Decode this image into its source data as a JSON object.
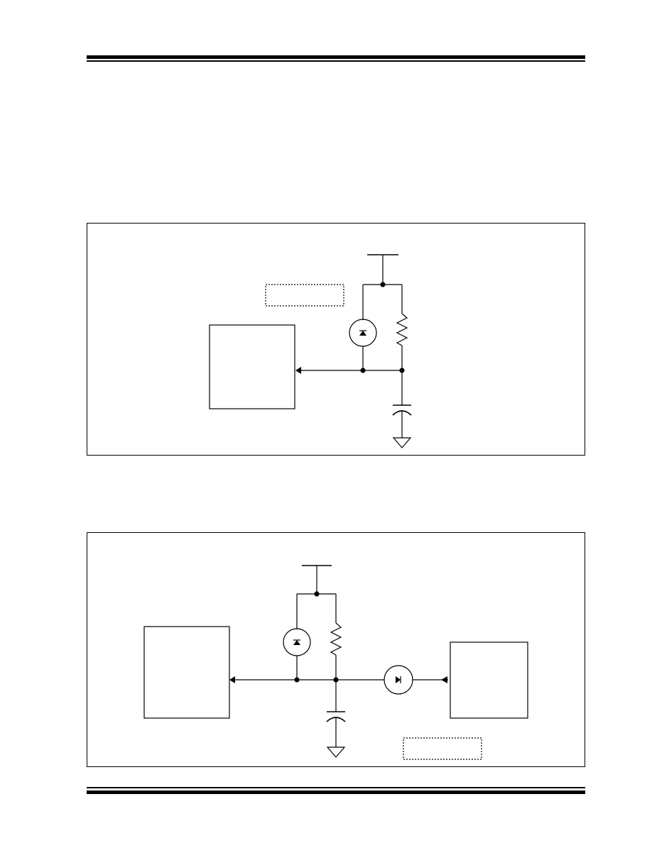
{
  "page": {
    "header_rule": "double-rule",
    "footer_rule": "double-rule"
  },
  "figures": [
    {
      "id": "figure-1",
      "components": [
        "supply-rail",
        "diode",
        "resistor",
        "capacitor",
        "ground",
        "device-block",
        "annotation-box"
      ]
    },
    {
      "id": "figure-2",
      "components": [
        "supply-rail",
        "diode",
        "resistor",
        "capacitor",
        "ground",
        "series-diode",
        "device-block-left",
        "device-block-right",
        "annotation-box"
      ]
    }
  ],
  "colors": {
    "line": "#000000",
    "background": "#ffffff"
  }
}
